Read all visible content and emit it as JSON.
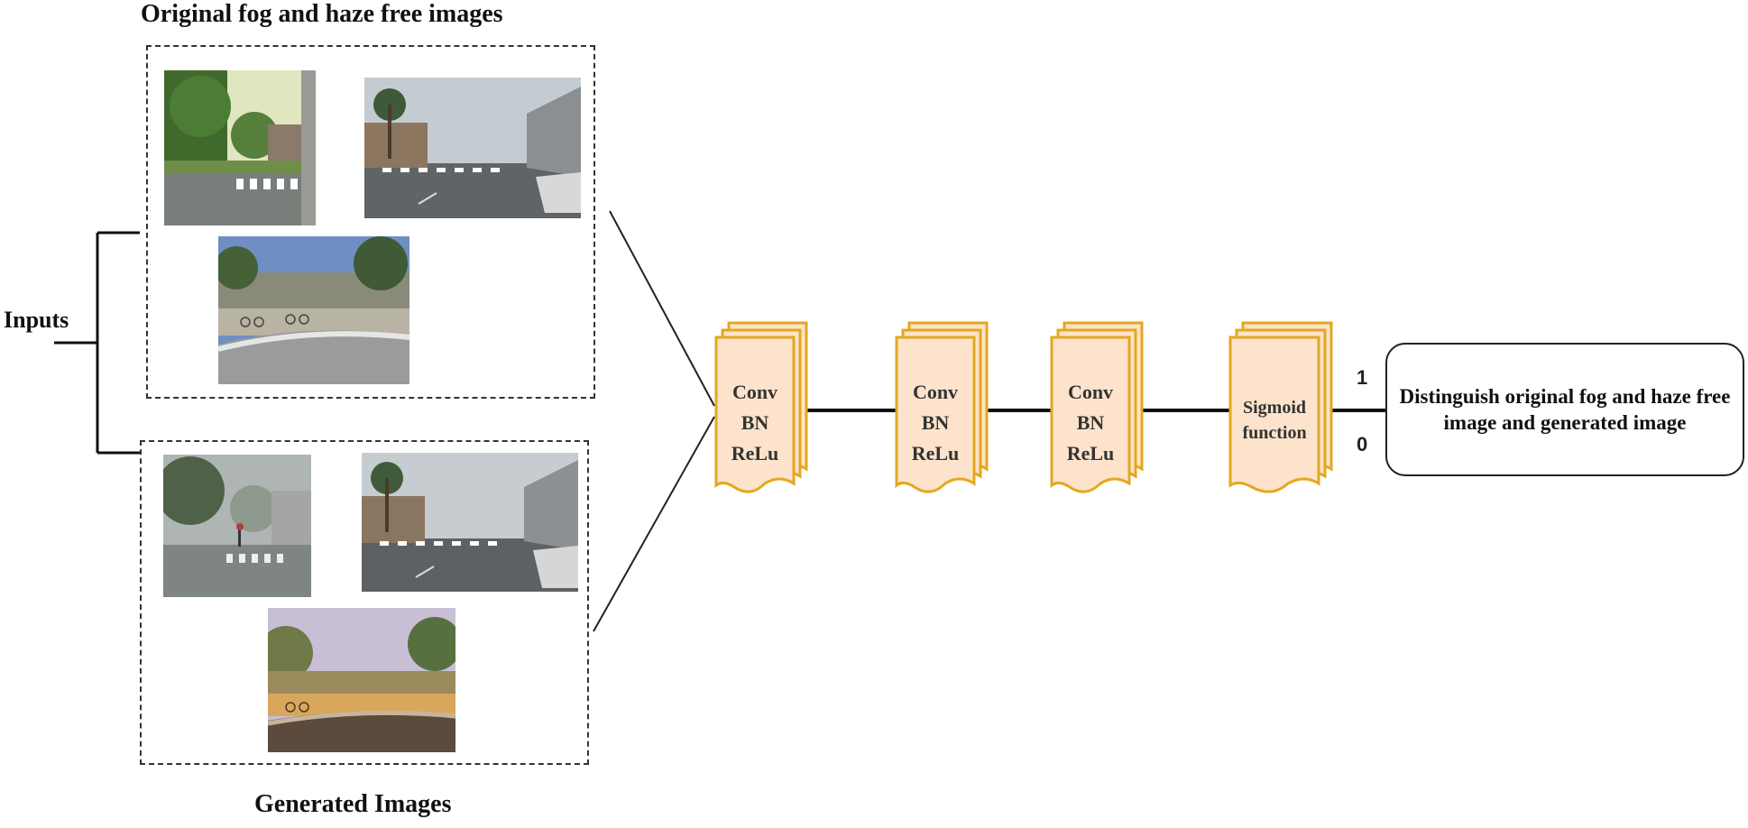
{
  "titles": {
    "top": "Original fog and haze free images",
    "bottom": "Generated Images",
    "inputs": "Inputs"
  },
  "layers": [
    {
      "lines": [
        "Conv",
        "BN",
        "ReLu"
      ]
    },
    {
      "lines": [
        "Conv",
        "BN",
        "ReLu"
      ]
    },
    {
      "lines": [
        "Conv",
        "BN",
        "ReLu"
      ]
    },
    {
      "lines": [
        "Sigmoid",
        "function"
      ]
    }
  ],
  "outputs": {
    "one": "1",
    "zero": "0"
  },
  "result": "Distinguish original  fog and haze free image and generated image",
  "colors": {
    "layer_fill": "#fde3cc",
    "layer_stroke": "#e3a81e",
    "line": "#111111"
  },
  "images": {
    "original": [
      "street-crosswalk-trees-photo",
      "foggy-street-palm-photo",
      "campus-road-bicycles-photo"
    ],
    "generated": [
      "hazy-street-crosswalk-photo",
      "hazy-street-palm-photo",
      "generated-campus-road-photo"
    ]
  }
}
